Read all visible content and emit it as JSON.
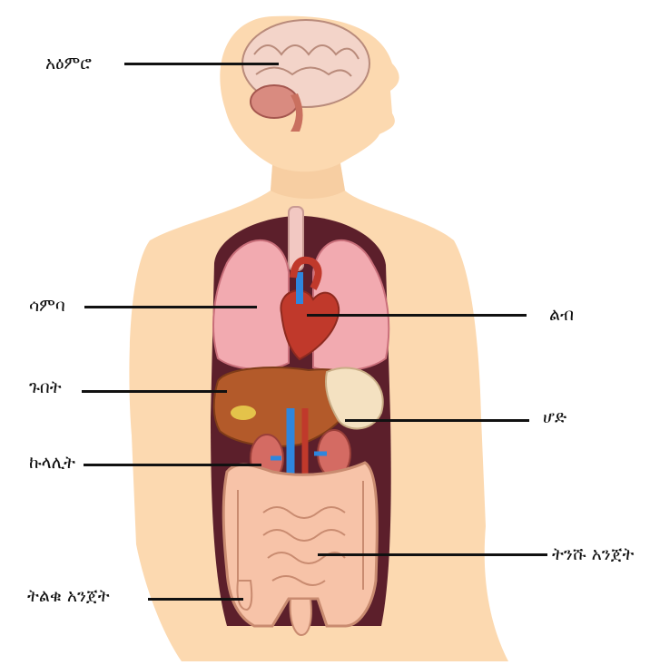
{
  "labels": {
    "brain": "አዕምሮ",
    "lungs": "ሳምባ",
    "liver": "ጉበት",
    "kidneys": "ኩላሊት",
    "large_intestine": "ትልቁ አንጀት",
    "heart": "ልብ",
    "stomach": "ሆድ",
    "small_intestine": "ትንሹ አንጀት"
  },
  "colors": {
    "skin": "#fcd9b0",
    "skin_shade": "#f2c393",
    "cavity": "#5c1f2b",
    "lung": "#f2aab0",
    "heart": "#c0392b",
    "liver": "#b35a2a",
    "stomach": "#f4e1c1",
    "intestine": "#f7c3a8",
    "vein": "#2e86de",
    "artery": "#c0392b",
    "brain": "#f3d4c9"
  }
}
